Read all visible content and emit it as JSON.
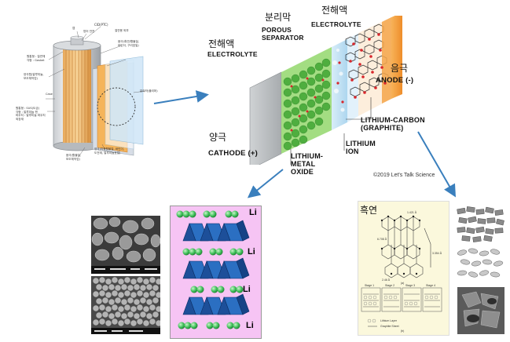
{
  "title": {
    "electrolyte_left_ko": "전해액",
    "electrolyte_left_en": "ELECTROLYTE",
    "separator_ko": "분리막",
    "separator_en_1": "POROUS",
    "separator_en_2": "SEPARATOR",
    "electrolyte_right_ko": "전해액",
    "electrolyte_right_en": "ELECTROLYTE",
    "anode_ko": "음극",
    "anode_en": "ANODE (-)",
    "cathode_ko": "양극",
    "cathode_en": "CATHODE (+)",
    "lithium_carbon_1": "LITHIUM-CARBON",
    "lithium_carbon_2": "(GRAPHITE)",
    "lithium_ion_1": "LITHIUM",
    "lithium_ion_2": "ION",
    "metal_oxide_1": "LITHIUM-",
    "metal_oxide_2": "METAL",
    "metal_oxide_3": "OXIDE",
    "copyright": "©2019 Let's Talk Science"
  },
  "cell_labels": {
    "top_cap": "캡",
    "safety_vent": "방어 안전",
    "cid": "CID(PTC)",
    "gasket_1": "원통형 : 절연체",
    "gasket_2": "각형 : Gasket",
    "cathode_lead_1": "양극탭(알루미늄,",
    "cathode_lead_2": "보조체작업)",
    "case": "Case",
    "can_1": "원통형 : SUS(도금)",
    "can_2": "각형 : 알루미늄 캔",
    "can_3": "파우치 : 알루미늄 파우치",
    "can_4": "외장재",
    "insulator": "절연용 외부",
    "cathode_1": "음극(흑연/활물질,",
    "cathode_2": "바인더, 구리호일)",
    "separator": "분리막(폴리머)",
    "anode_bottom_1": "음극(활물질,",
    "anode_bottom_2": "보조체작업)",
    "cathode_bottom_1": "양극(리튬활물질, 바인더,",
    "cathode_bottom_2": "도전재, 알루미늄호일)"
  },
  "crystal": {
    "li_label": "Li"
  },
  "graphite": {
    "title_ko": "흑연",
    "dim_1": "1.421 Å",
    "dim_2": "2.46 Å",
    "dim_3": "6.708 Å",
    "dim_4": "3.354 Å",
    "stage_1": "Stage 1",
    "stage_2": "Stage 2",
    "stage_3": "Stage 3",
    "stage_4": "Stage 4",
    "legend_1": "Lithium Layer",
    "legend_2": "Graphite Sheet",
    "sub_a": "(a)",
    "sub_b": "(b)"
  },
  "colors": {
    "cathode": "#8fcf64",
    "separator": "#bfe1f4",
    "anode": "#f3a03d",
    "arrow": "#3a7fbd",
    "li_ion": "#d8262b",
    "crystal": "#2b6fc2",
    "li_sphere": "#3fc05a"
  }
}
